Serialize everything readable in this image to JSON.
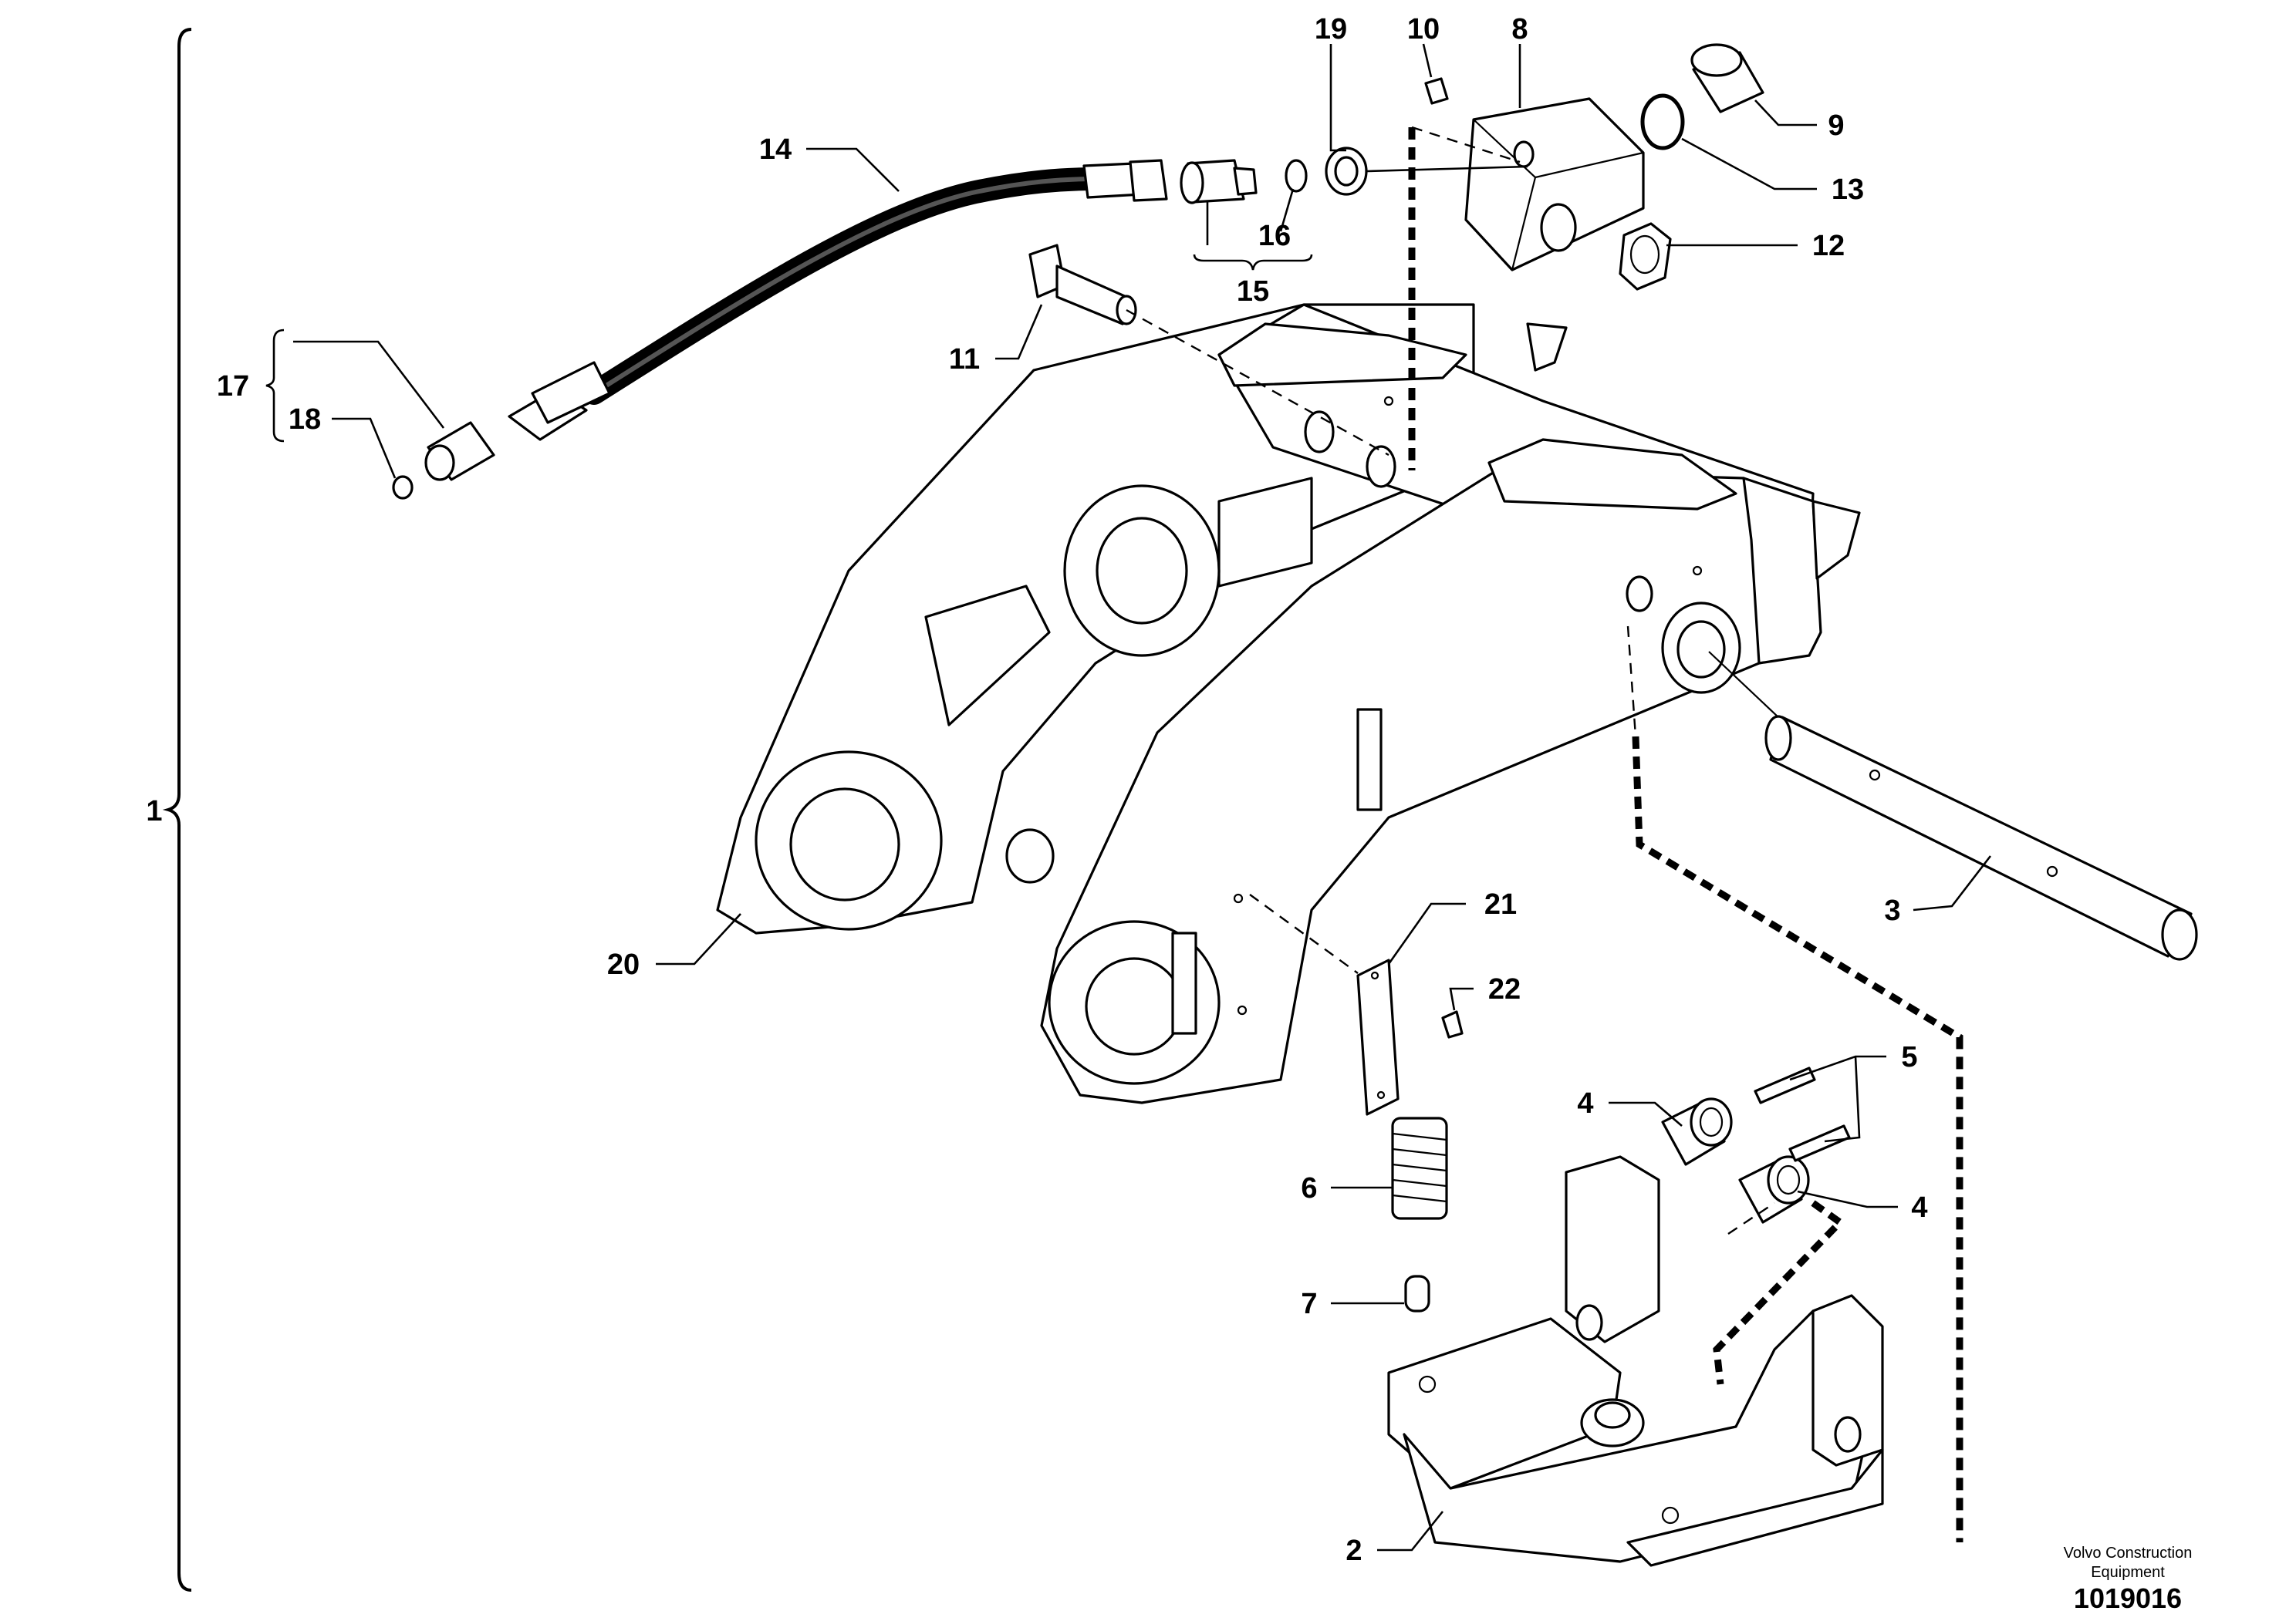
{
  "callouts": [
    {
      "id": "1",
      "text": "1"
    },
    {
      "id": "2",
      "text": "2"
    },
    {
      "id": "3",
      "text": "3"
    },
    {
      "id": "4a",
      "text": "4"
    },
    {
      "id": "4b",
      "text": "4"
    },
    {
      "id": "5",
      "text": "5"
    },
    {
      "id": "6",
      "text": "6"
    },
    {
      "id": "7",
      "text": "7"
    },
    {
      "id": "8",
      "text": "8"
    },
    {
      "id": "9",
      "text": "9"
    },
    {
      "id": "10",
      "text": "10"
    },
    {
      "id": "11",
      "text": "11"
    },
    {
      "id": "12",
      "text": "12"
    },
    {
      "id": "13",
      "text": "13"
    },
    {
      "id": "14",
      "text": "14"
    },
    {
      "id": "15",
      "text": "15"
    },
    {
      "id": "16",
      "text": "16"
    },
    {
      "id": "17",
      "text": "17"
    },
    {
      "id": "18",
      "text": "18"
    },
    {
      "id": "19",
      "text": "19"
    },
    {
      "id": "20",
      "text": "20"
    },
    {
      "id": "21",
      "text": "21"
    },
    {
      "id": "22",
      "text": "22"
    }
  ],
  "footer": {
    "brand_line1": "Volvo Construction",
    "brand_line2": "Equipment",
    "doc_number": "1019016"
  }
}
